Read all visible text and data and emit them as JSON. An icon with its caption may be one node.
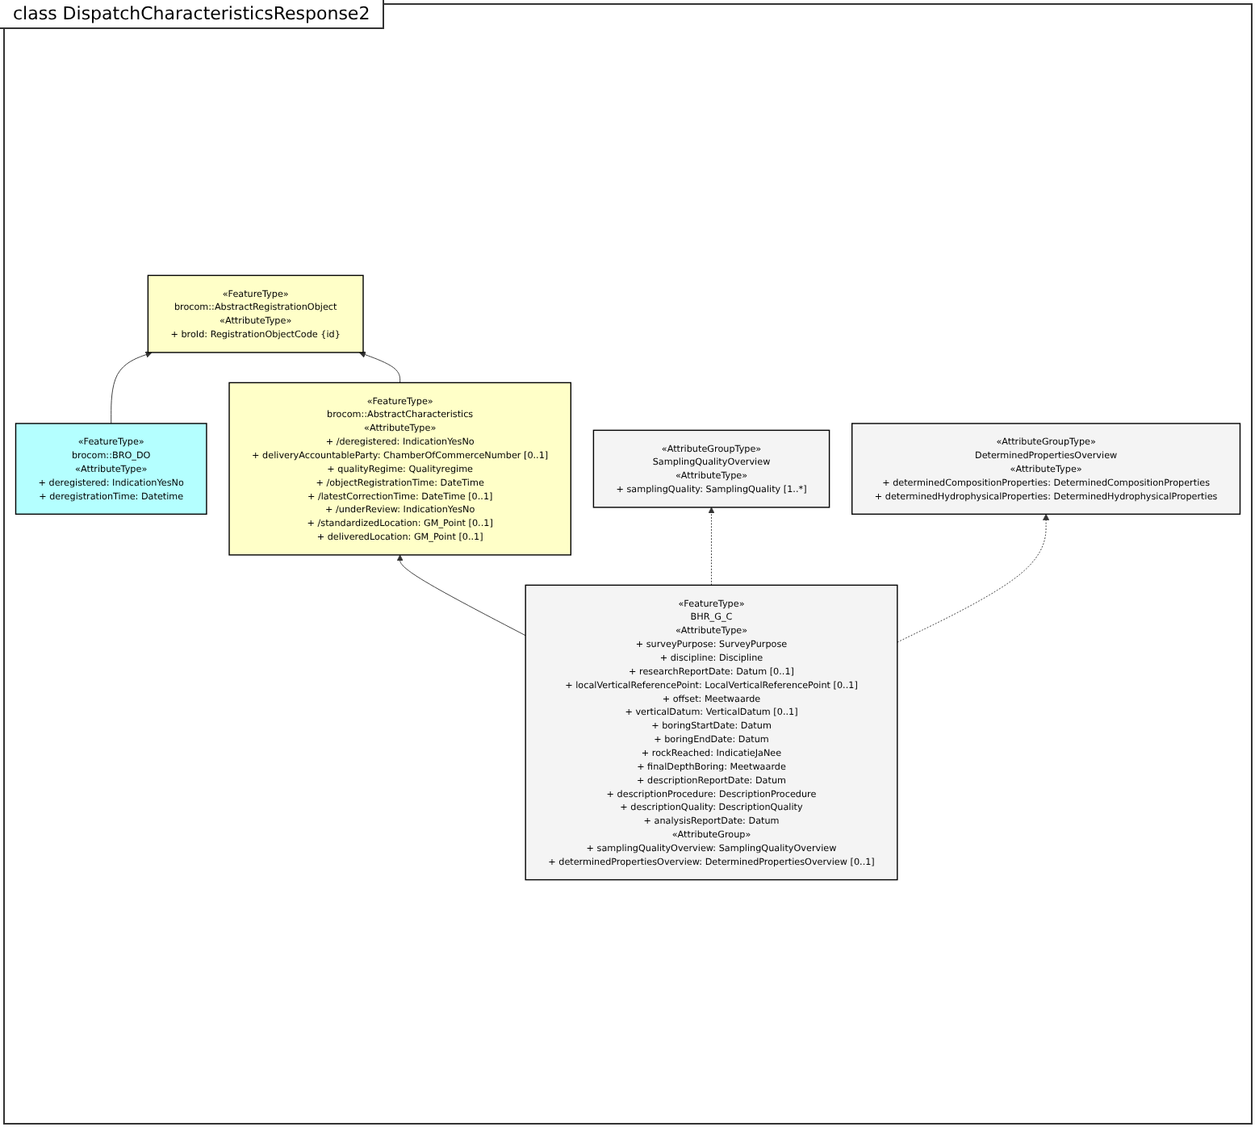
{
  "diagram": {
    "title": "class DispatchCharacteristicsResponse2",
    "nodes": [
      {
        "text": [
          "«FeatureType»",
          "brocom::AbstractRegistrationObject",
          "«AttributeType»",
          "+ broId: RegistrationObjectCode {id}"
        ]
      },
      {
        "text": [
          "«FeatureType»",
          "brocom::BRO_DO",
          "«AttributeType»",
          "+ deregistered: IndicationYesNo",
          "+ deregistrationTime: Datetime"
        ]
      },
      {
        "text": [
          "«FeatureType»",
          "brocom::AbstractCharacteristics",
          "«AttributeType»",
          "+ /deregistered: IndicationYesNo",
          "+ deliveryAccountableParty: ChamberOfCommerceNumber [0..1]",
          "+ qualityRegime: Qualityregime",
          "+ /objectRegistrationTime: DateTime",
          "+ /latestCorrectionTime: DateTime [0..1]",
          "+ /underReview: IndicationYesNo",
          "+ /standardizedLocation: GM_Point [0..1]",
          "+ deliveredLocation: GM_Point [0..1]"
        ]
      },
      {
        "text": [
          "«FeatureType»",
          "BHR_G_C",
          "«AttributeType»",
          "+ surveyPurpose: SurveyPurpose",
          "+ discipline: Discipline",
          "+ researchReportDate: Datum [0..1]",
          "+ localVerticalReferencePoint: LocalVerticalReferencePoint [0..1]",
          "+ offset: Meetwaarde",
          "+ verticalDatum: VerticalDatum [0..1]",
          "+ boringStartDate: Datum",
          "+ boringEndDate: Datum",
          "+ rockReached: IndicatieJaNee",
          "+ finalDepthBoring: Meetwaarde",
          "+ descriptionReportDate: Datum",
          "+ descriptionProcedure: DescriptionProcedure",
          "+ descriptionQuality: DescriptionQuality",
          "+ analysisReportDate: Datum",
          "«AttributeGroup»",
          "+ samplingQualityOverview: SamplingQualityOverview",
          "+ determinedPropertiesOverview: DeterminedPropertiesOverview [0..1]"
        ]
      },
      {
        "text": [
          "«AttributeGroupType»",
          "SamplingQualityOverview",
          "«AttributeType»",
          "+ samplingQuality: SamplingQuality [1..*]"
        ]
      },
      {
        "text": [
          "«AttributeGroupType»",
          "DeterminedPropertiesOverview",
          "«AttributeType»",
          "+ determinedCompositionProperties: DeterminedCompositionProperties",
          "+ determinedHydrophysicalProperties: DeterminedHydrophysicalProperties"
        ]
      }
    ],
    "edges": [
      {
        "from": 1,
        "to": 0,
        "arrow": "to"
      },
      {
        "from": 2,
        "to": 0,
        "arrow": "to"
      },
      {
        "from": 3,
        "to": 2,
        "arrow": "to"
      },
      {
        "from": 3,
        "to": 4,
        "arrow": "to",
        "style": "dashed"
      },
      {
        "from": 3,
        "to": 5,
        "arrow": "to",
        "style": "dashed"
      }
    ]
  }
}
